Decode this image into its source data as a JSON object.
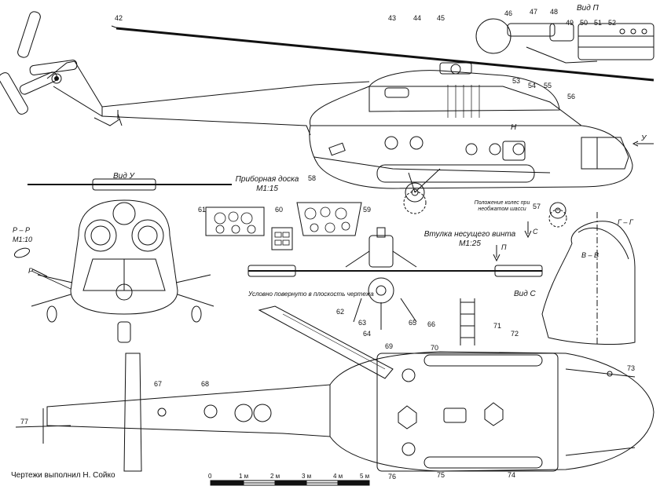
{
  "views": {
    "vid_y": "Вид У",
    "vid_p": "Вид П",
    "vid_s": "Вид С",
    "section_pp": "Р – Р",
    "section_pp_scale": "М1:10",
    "section_p_marker": "Р",
    "section_gg": "Г – Г",
    "section_vv": "В – В",
    "arrow_y": "У",
    "arrow_h": "Н",
    "arrow_c": "С",
    "arrow_p": "П"
  },
  "captions": {
    "panel_title": "Приборная доска",
    "panel_scale": "М1:15",
    "hub_title": "Втулка несущего винта",
    "hub_scale": "М1:25",
    "wheels_note_1": "Положение колес при",
    "wheels_note_2": "необжатом шасси",
    "rotated_note": "Условно повернуто в плоскость чертежа",
    "credit": "Чертежи выполнил Н. Сойко"
  },
  "callouts": [
    "42",
    "43",
    "44",
    "45",
    "46",
    "47",
    "48",
    "49",
    "50",
    "51",
    "52",
    "53",
    "54",
    "55",
    "56",
    "57",
    "58",
    "59",
    "60",
    "61",
    "62",
    "63",
    "64",
    "65",
    "66",
    "67",
    "68",
    "69",
    "70",
    "71",
    "72",
    "73",
    "74",
    "75",
    "76",
    "77"
  ],
  "scale_bar": {
    "ticks": [
      "0",
      "1 м",
      "2 м",
      "3 м",
      "4 м",
      "5 м"
    ]
  }
}
